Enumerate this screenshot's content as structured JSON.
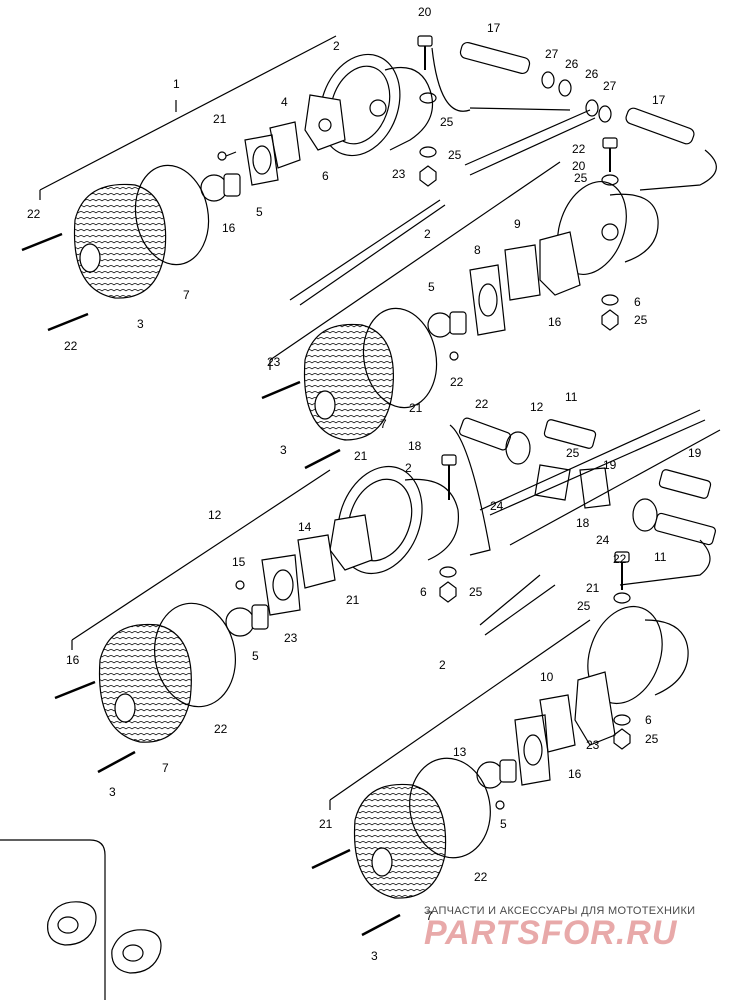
{
  "callouts": [
    "1",
    "2",
    "3",
    "4",
    "5",
    "6",
    "7",
    "8",
    "9",
    "10",
    "11",
    "12",
    "13",
    "14",
    "15",
    "16",
    "17",
    "18",
    "19",
    "20",
    "21",
    "22",
    "23",
    "24",
    "25",
    "26",
    "27",
    "22",
    "22",
    "3",
    "7",
    "16",
    "5",
    "21",
    "6",
    "25",
    "23",
    "25",
    "17",
    "17",
    "27",
    "26",
    "20",
    "25",
    "2",
    "21",
    "22",
    "7",
    "3",
    "16",
    "5",
    "6",
    "22",
    "22",
    "2",
    "14",
    "3",
    "7",
    "16",
    "5",
    "21",
    "6",
    "25",
    "23",
    "25",
    "12",
    "11",
    "18",
    "21",
    "25",
    "19",
    "24",
    "11",
    "24",
    "19",
    "18",
    "12",
    "21",
    "25",
    "2",
    "10",
    "6",
    "13",
    "16",
    "5",
    "21",
    "22",
    "3",
    "7",
    "22",
    "25",
    "23"
  ],
  "labels": [
    {
      "id": "l1",
      "text": "1"
    },
    {
      "id": "l2a",
      "text": "2"
    },
    {
      "id": "l20a",
      "text": "20"
    },
    {
      "id": "l17a",
      "text": "17"
    },
    {
      "id": "l27a",
      "text": "27"
    },
    {
      "id": "l26a",
      "text": "26"
    },
    {
      "id": "l26b",
      "text": "26"
    },
    {
      "id": "l27b",
      "text": "27"
    },
    {
      "id": "l17b",
      "text": "17"
    },
    {
      "id": "l4",
      "text": "4"
    },
    {
      "id": "l21a",
      "text": "21"
    },
    {
      "id": "l25a",
      "text": "25"
    },
    {
      "id": "l25b",
      "text": "25"
    },
    {
      "id": "l6a",
      "text": "6"
    },
    {
      "id": "l23a",
      "text": "23"
    },
    {
      "id": "l22a",
      "text": "22"
    },
    {
      "id": "l16a",
      "text": "16"
    },
    {
      "id": "l5a",
      "text": "5"
    },
    {
      "id": "l7a",
      "text": "7"
    },
    {
      "id": "l3a",
      "text": "3"
    },
    {
      "id": "l22b",
      "text": "22"
    },
    {
      "id": "l20b",
      "text": "20"
    },
    {
      "id": "l25c",
      "text": "25"
    },
    {
      "id": "l2b",
      "text": "2"
    },
    {
      "id": "l8",
      "text": "8"
    },
    {
      "id": "l9",
      "text": "9"
    },
    {
      "id": "l5b",
      "text": "5"
    },
    {
      "id": "l16b",
      "text": "16"
    },
    {
      "id": "l6b",
      "text": "6"
    },
    {
      "id": "l25d",
      "text": "25"
    },
    {
      "id": "l23b",
      "text": "23"
    },
    {
      "id": "l22c",
      "text": "22"
    },
    {
      "id": "l21b",
      "text": "21"
    },
    {
      "id": "l7b",
      "text": "7"
    },
    {
      "id": "l3b",
      "text": "3"
    },
    {
      "id": "l22d",
      "text": "22"
    },
    {
      "id": "l12a",
      "text": "12"
    },
    {
      "id": "l11a",
      "text": "11"
    },
    {
      "id": "l18a",
      "text": "18"
    },
    {
      "id": "l21c",
      "text": "21"
    },
    {
      "id": "l2c",
      "text": "2"
    },
    {
      "id": "l25e",
      "text": "25"
    },
    {
      "id": "l24a",
      "text": "24"
    },
    {
      "id": "l19a",
      "text": "19"
    },
    {
      "id": "l19b",
      "text": "19"
    },
    {
      "id": "l18b",
      "text": "18"
    },
    {
      "id": "l24b",
      "text": "24"
    },
    {
      "id": "l11b",
      "text": "11"
    },
    {
      "id": "l12b",
      "text": "12"
    },
    {
      "id": "l14",
      "text": "14"
    },
    {
      "id": "l15",
      "text": "15"
    },
    {
      "id": "l21d",
      "text": "21"
    },
    {
      "id": "l6c",
      "text": "6"
    },
    {
      "id": "l25f",
      "text": "25"
    },
    {
      "id": "l23c",
      "text": "23"
    },
    {
      "id": "l5c",
      "text": "5"
    },
    {
      "id": "l16c",
      "text": "16"
    },
    {
      "id": "l22e",
      "text": "22"
    },
    {
      "id": "l7c",
      "text": "7"
    },
    {
      "id": "l3c",
      "text": "3"
    },
    {
      "id": "l22f",
      "text": "22"
    },
    {
      "id": "l21e",
      "text": "21"
    },
    {
      "id": "l25g",
      "text": "25"
    },
    {
      "id": "l2d",
      "text": "2"
    },
    {
      "id": "l10",
      "text": "10"
    },
    {
      "id": "l6d",
      "text": "6"
    },
    {
      "id": "l25h",
      "text": "25"
    },
    {
      "id": "l23d",
      "text": "23"
    },
    {
      "id": "l13",
      "text": "13"
    },
    {
      "id": "l16d",
      "text": "16"
    },
    {
      "id": "l5d",
      "text": "5"
    },
    {
      "id": "l21f",
      "text": "21"
    },
    {
      "id": "l22g",
      "text": "22"
    },
    {
      "id": "l7d",
      "text": "7"
    },
    {
      "id": "l3d",
      "text": "3"
    },
    {
      "id": "l22h",
      "text": "22"
    }
  ],
  "watermark": {
    "subtitle": "ЗАПЧАСТИ И АКСЕССУАРЫ ДЛЯ МОТОТЕХНИКИ",
    "brand": "PARTSFOR.RU"
  },
  "colors": {
    "line": "#000000",
    "background": "#ffffff",
    "watermark_brand": "#e8a9a9",
    "watermark_text": "#4a4a4a"
  }
}
